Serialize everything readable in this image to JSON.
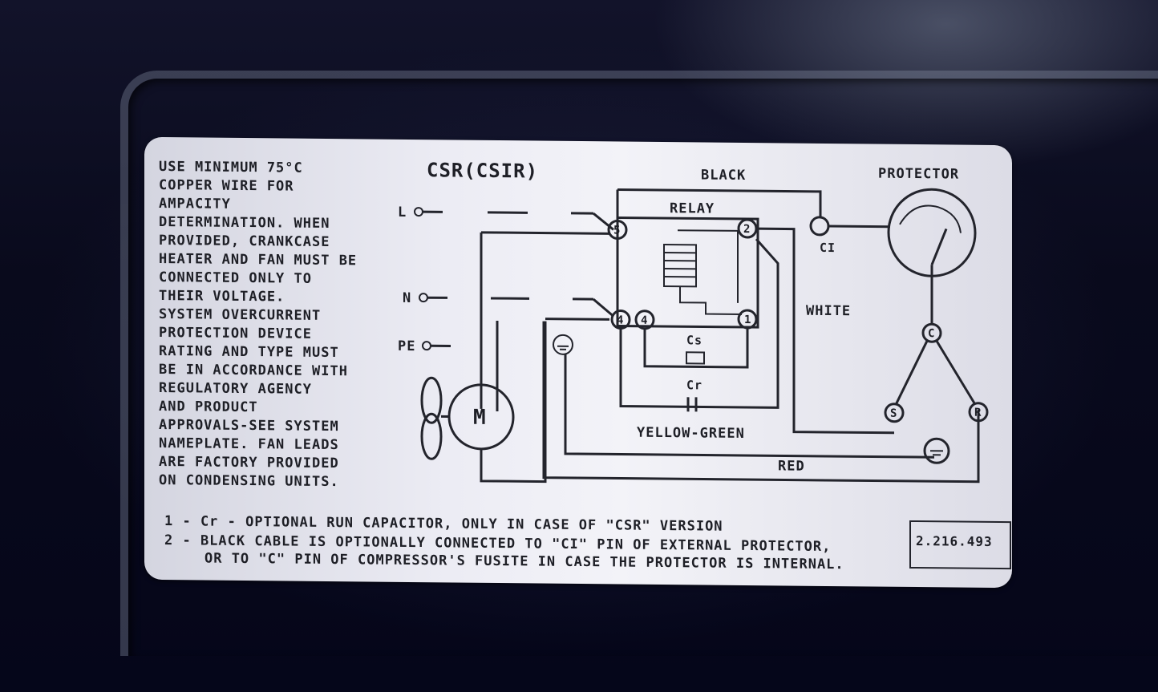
{
  "warning_lines": [
    "USE MINIMUM 75°C",
    "COPPER WIRE FOR",
    "AMPACITY",
    "DETERMINATION. WHEN",
    "PROVIDED, CRANKCASE",
    "HEATER AND FAN MUST BE",
    "CONNECTED ONLY TO",
    "THEIR VOLTAGE.",
    "SYSTEM OVERCURRENT",
    "PROTECTION DEVICE",
    "RATING AND TYPE MUST",
    "BE IN ACCORDANCE WITH",
    "REGULATORY AGENCY",
    "AND PRODUCT",
    "APPROVALS-SEE SYSTEM",
    "NAMEPLATE. FAN LEADS",
    "ARE FACTORY PROVIDED",
    "ON CONDENSING UNITS."
  ],
  "diagram": {
    "title": "CSR(CSIR)",
    "terminal_L": "L",
    "terminal_N": "N",
    "terminal_PE": "PE",
    "motor": "M",
    "relay": "RELAY",
    "black": "BLACK",
    "protector": "PROTECTOR",
    "ci": "CI",
    "white": "WHITE",
    "cs": "Cs",
    "cr": "Cr",
    "yellow_green": "YELLOW-GREEN",
    "red": "RED",
    "pin5": "5",
    "pin2": "2",
    "pin4a": "4",
    "pin4b": "4",
    "pin1": "1",
    "pinC": "C",
    "pinS": "S",
    "pinR": "R"
  },
  "notes": {
    "line1": "1 - Cr - OPTIONAL RUN CAPACITOR, ONLY IN CASE OF \"CSR\" VERSION",
    "line2": "2 - BLACK CABLE IS OPTIONALLY CONNECTED TO \"CI\" PIN OF EXTERNAL PROTECTOR,",
    "line3": "OR TO \"C\" PIN OF COMPRESSOR'S FUSITE IN CASE THE PROTECTOR IS INTERNAL."
  },
  "part_number": "2.216.493"
}
